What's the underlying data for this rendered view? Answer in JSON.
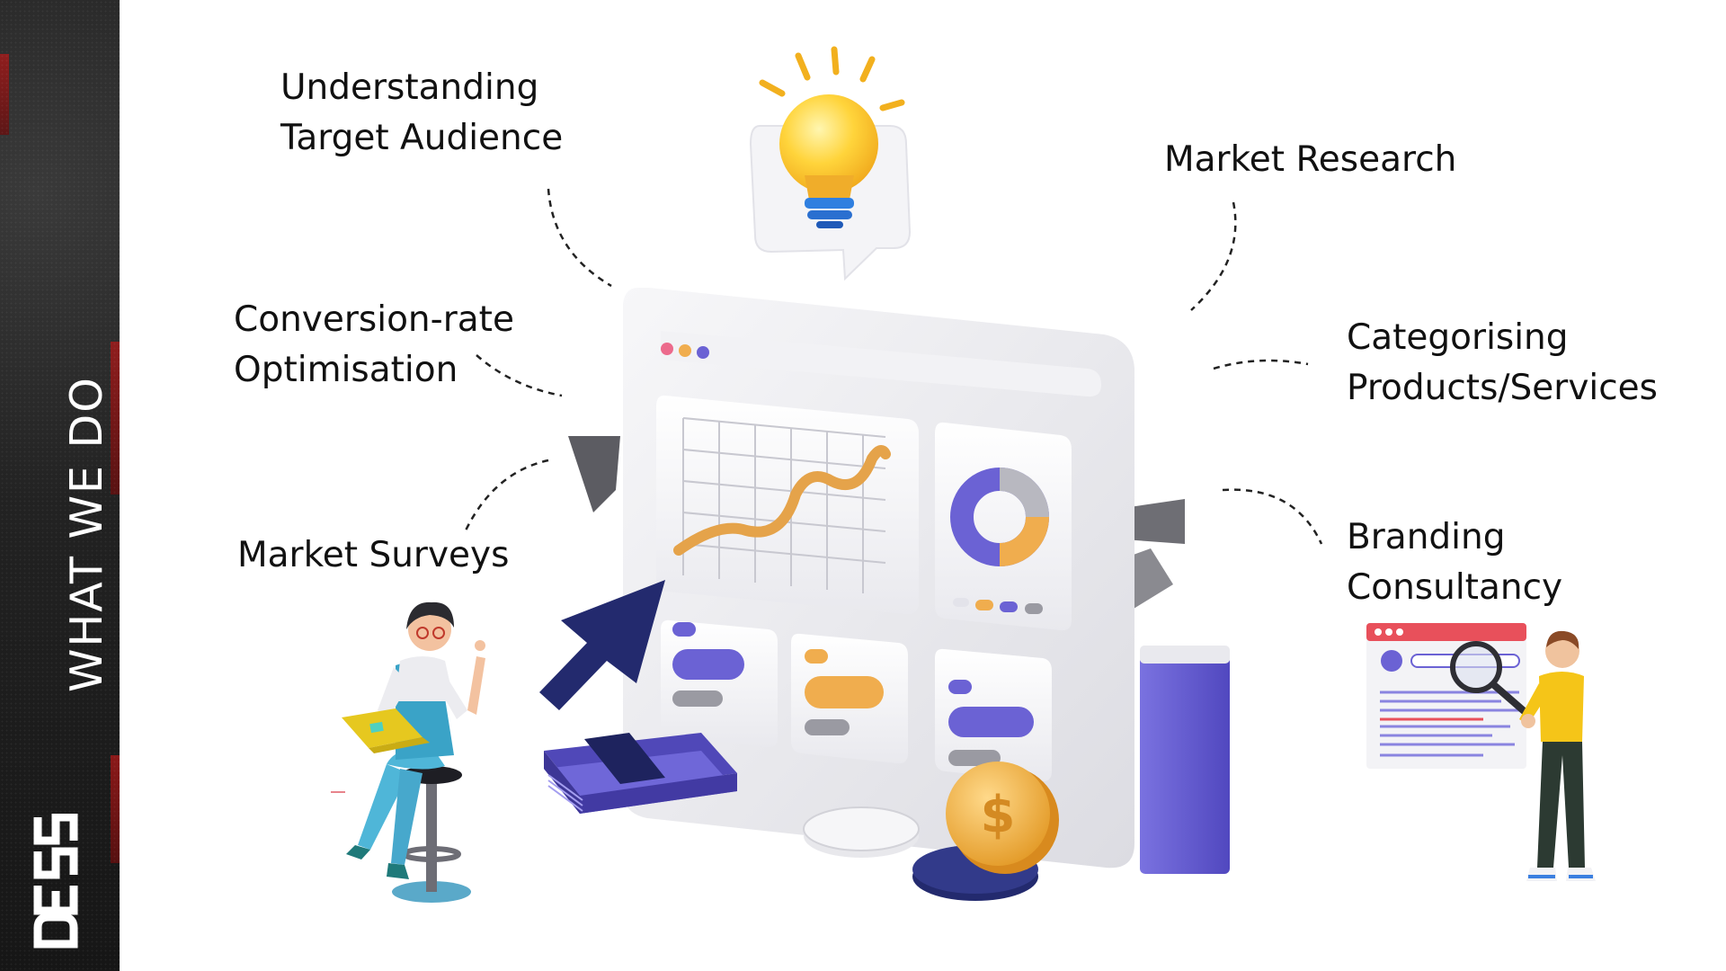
{
  "sidebar": {
    "title": "WHAT WE DO",
    "logo_text": "DESS"
  },
  "services": {
    "understanding": {
      "line1": "Understanding",
      "line2": "Target Audience"
    },
    "market_research": {
      "line1": "Market Research"
    },
    "conversion": {
      "line1": "Conversion-rate",
      "line2": "Optimisation"
    },
    "categorising": {
      "line1": "Categorising",
      "line2": "Products/Services"
    },
    "surveys": {
      "line1": "Market Surveys"
    },
    "branding": {
      "line1": "Branding",
      "line2": "Consultancy"
    }
  },
  "colors": {
    "sidebar_bg": "#1c1c1c",
    "accent_purple": "#6b62d4",
    "accent_orange": "#f0ad4e",
    "accent_yellow": "#ffd43b",
    "navy": "#232a6e"
  },
  "icons": [
    "lightbulb-icon",
    "cursor-arrow-icon",
    "coin-icon",
    "magnifier-icon"
  ]
}
